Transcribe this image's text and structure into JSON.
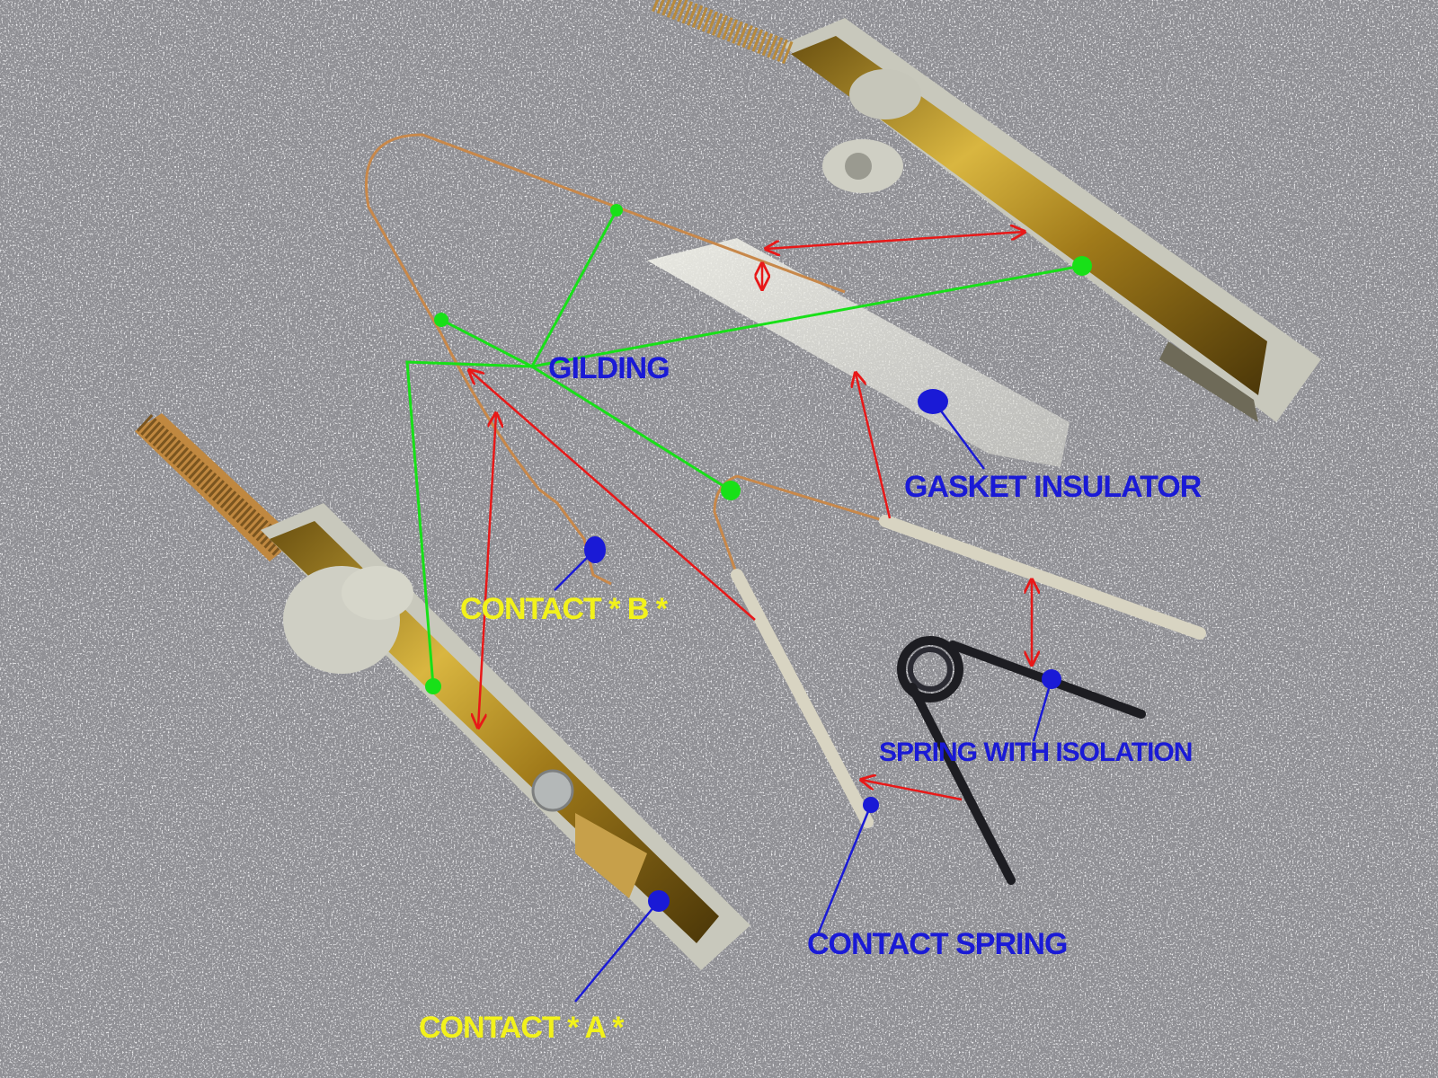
{
  "image": {
    "description_free": true
  },
  "labels": {
    "gilding": "GILDING",
    "gasket_insulator": "GASKET INSULATOR",
    "contact_b": "CONTACT * B *",
    "spring_with_isolation": "SPRING WITH ISOLATION",
    "contact_spring": "CONTACT SPRING",
    "contact_a": "CONTACT * A *"
  },
  "colors": {
    "blue_label": "#1a1ad6",
    "yellow_label": "#f2f21a",
    "green_leader": "#18e018",
    "red_arrow": "#e81818",
    "blue_leader": "#1a1ad6"
  }
}
